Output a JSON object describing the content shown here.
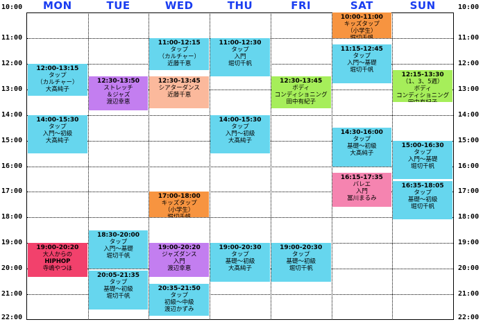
{
  "days": [
    "MON",
    "TUE",
    "WED",
    "THU",
    "FRI",
    "SAT",
    "SUN"
  ],
  "hours": [
    "10:00",
    "11:00",
    "12:00",
    "13:00",
    "14:00",
    "15:00",
    "16:00",
    "17:00",
    "18:00",
    "19:00",
    "20:00",
    "21:00",
    "22:00"
  ],
  "colors": {
    "cyan": "#66d6ee",
    "purple": "#c37ef0",
    "peach": "#fbb99c",
    "orange": "#f79440",
    "green": "#a6ee5a",
    "pink": "#f584b0",
    "red": "#f2416c",
    "header": "#1a3df0"
  },
  "classes": [
    {
      "day": 0,
      "start": 12.0,
      "end": 13.25,
      "color": "cyan",
      "time": "12:00-13:15",
      "lines": [
        "タップ",
        "（カルチャー）",
        "大髙純子"
      ]
    },
    {
      "day": 0,
      "start": 14.0,
      "end": 15.5,
      "color": "cyan",
      "time": "14:00-15:30",
      "lines": [
        "タップ",
        "入門～初級",
        "大髙純子"
      ]
    },
    {
      "day": 0,
      "start": 19.0,
      "end": 20.333,
      "color": "red",
      "time": "19:00-20:20",
      "lines": [
        "大人からの",
        "HIPHOP",
        "寺嶋やつほ"
      ]
    },
    {
      "day": 1,
      "start": 12.5,
      "end": 13.833,
      "color": "purple",
      "time": "12:30-13:50",
      "lines": [
        "ストレッチ",
        "＆ジャズ",
        "渡辺幸恵"
      ]
    },
    {
      "day": 1,
      "start": 18.5,
      "end": 20.0,
      "color": "cyan",
      "time": "18:30-20:00",
      "lines": [
        "タップ",
        "入門～基礎",
        "堀切千帆"
      ]
    },
    {
      "day": 1,
      "start": 20.083,
      "end": 21.583,
      "color": "cyan",
      "time": "20:05-21:35",
      "lines": [
        "タップ",
        "基礎～初級",
        "堀切千帆"
      ]
    },
    {
      "day": 2,
      "start": 11.0,
      "end": 12.25,
      "color": "cyan",
      "time": "11:00-12:15",
      "lines": [
        "タップ",
        "（カルチャー）",
        "近藤千恵"
      ]
    },
    {
      "day": 2,
      "start": 12.5,
      "end": 13.75,
      "color": "peach",
      "time": "12:30-13:45",
      "lines": [
        "シアターダンス",
        "近藤千恵"
      ]
    },
    {
      "day": 2,
      "start": 17.0,
      "end": 18.0,
      "color": "orange",
      "time": "17:00-18:00",
      "lines": [
        "キッズタップ",
        "（小学生）",
        "堀切千帆"
      ]
    },
    {
      "day": 2,
      "start": 19.0,
      "end": 20.333,
      "color": "purple",
      "time": "19:00-20:20",
      "lines": [
        "ジャズダンス",
        "入門",
        "渡辺幸恵"
      ]
    },
    {
      "day": 2,
      "start": 20.583,
      "end": 21.833,
      "color": "cyan",
      "time": "20:35-21:50",
      "lines": [
        "タップ",
        "初級～中級",
        "渡辺かずみ"
      ]
    },
    {
      "day": 3,
      "start": 11.0,
      "end": 12.5,
      "color": "cyan",
      "time": "11:00-12:30",
      "lines": [
        "タップ",
        "入門",
        "堀切千帆"
      ]
    },
    {
      "day": 3,
      "start": 14.0,
      "end": 15.5,
      "color": "cyan",
      "time": "14:00-15:30",
      "lines": [
        "タップ",
        "入門～初級",
        "大髙純子"
      ]
    },
    {
      "day": 3,
      "start": 19.0,
      "end": 20.5,
      "color": "cyan",
      "time": "19:00-20:30",
      "lines": [
        "タップ",
        "基礎～初級",
        "大髙純子"
      ]
    },
    {
      "day": 4,
      "start": 12.5,
      "end": 13.75,
      "color": "green",
      "time": "12:30-13:45",
      "lines": [
        "ボディ",
        "コンディショニング",
        "田中有紀子"
      ]
    },
    {
      "day": 4,
      "start": 19.0,
      "end": 20.5,
      "color": "cyan",
      "time": "19:00-20:30",
      "lines": [
        "タップ",
        "基礎～初級",
        "堀切千帆"
      ]
    },
    {
      "day": 5,
      "start": 10.0,
      "end": 11.0,
      "color": "orange",
      "time": "10:00-11:00",
      "lines": [
        "キッズタップ",
        "（小学生）",
        "堀切千帆"
      ]
    },
    {
      "day": 5,
      "start": 11.25,
      "end": 12.75,
      "color": "cyan",
      "time": "11:15-12:45",
      "lines": [
        "タップ",
        "入門～基礎",
        "堀切千帆"
      ]
    },
    {
      "day": 5,
      "start": 14.5,
      "end": 16.0,
      "color": "cyan",
      "time": "14:30-16:00",
      "lines": [
        "タップ",
        "基礎～初級",
        "大髙純子"
      ]
    },
    {
      "day": 5,
      "start": 16.25,
      "end": 17.583,
      "color": "pink",
      "time": "16:15-17:35",
      "lines": [
        "バレエ",
        "入門",
        "冨川まるみ"
      ]
    },
    {
      "day": 6,
      "start": 12.25,
      "end": 13.5,
      "color": "green",
      "time": "12:15-13:30",
      "lines": [
        "（1、3、5週）",
        "ボディ",
        "コンディショニング",
        "田中有紀子"
      ]
    },
    {
      "day": 6,
      "start": 15.0,
      "end": 16.5,
      "color": "cyan",
      "time": "15:00-16:30",
      "lines": [
        "タップ",
        "入門～基礎",
        "堀切千帆"
      ]
    },
    {
      "day": 6,
      "start": 16.583,
      "end": 18.083,
      "color": "cyan",
      "time": "16:35-18:05",
      "lines": [
        "タップ",
        "基礎～初級",
        "堀切千帆"
      ]
    }
  ]
}
